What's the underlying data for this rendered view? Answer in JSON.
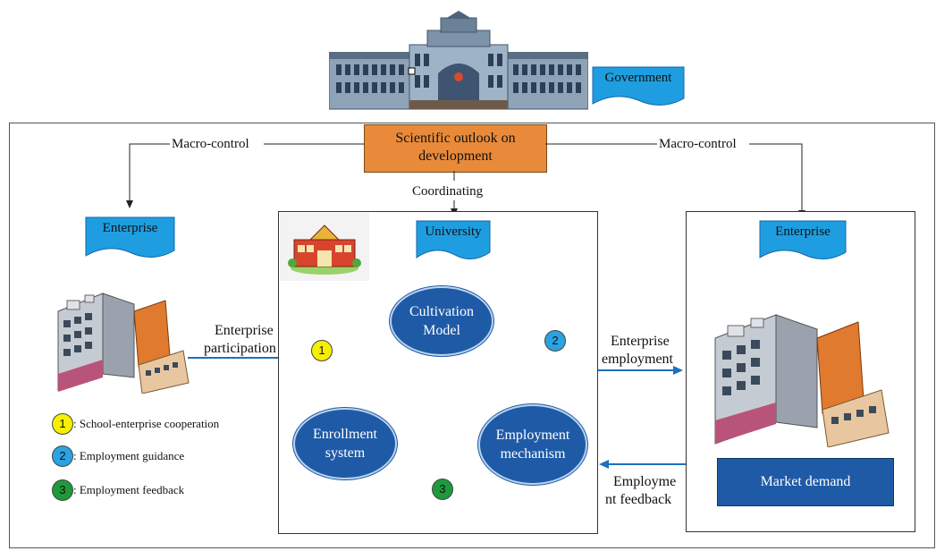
{
  "government": {
    "label": "Government"
  },
  "center": {
    "title_line1": "Scientific outlook on",
    "title_line2": "development",
    "coordinating": "Coordinating"
  },
  "left_macro": "Macro-control",
  "right_macro": "Macro-control",
  "left_enterprise": {
    "label": "Enterprise"
  },
  "right_enterprise": {
    "label": "Enterprise"
  },
  "university": {
    "label": "University"
  },
  "cycle": {
    "cultivation_line1": "Cultivation",
    "cultivation_line2": "Model",
    "enrollment_line1": "Enrollment",
    "enrollment_line2": "system",
    "employment_line1": "Employment",
    "employment_line2": "mechanism",
    "badge1": "1",
    "badge2": "2",
    "badge3": "3"
  },
  "flows": {
    "participation_line1": "Enterprise",
    "participation_line2": "participation",
    "employment_line1": "Enterprise",
    "employment_line2": "employment",
    "feedback_line1": "Employme",
    "feedback_line2": "nt feedback"
  },
  "market_demand": "Market demand",
  "legend": [
    {
      "num": "1",
      "text": ":   School-enterprise cooperation",
      "color": "#f5f000"
    },
    {
      "num": "2",
      "text": ": Employment guidance",
      "color": "#2aa3e0"
    },
    {
      "num": "3",
      "text": ": Employment feedback",
      "color": "#1e9a3a"
    }
  ],
  "colors": {
    "accent_blue": "#1f5aa6",
    "tag_blue": "#1e9ee0",
    "orange": "#e88a3a",
    "market": "#1f5aa6"
  }
}
